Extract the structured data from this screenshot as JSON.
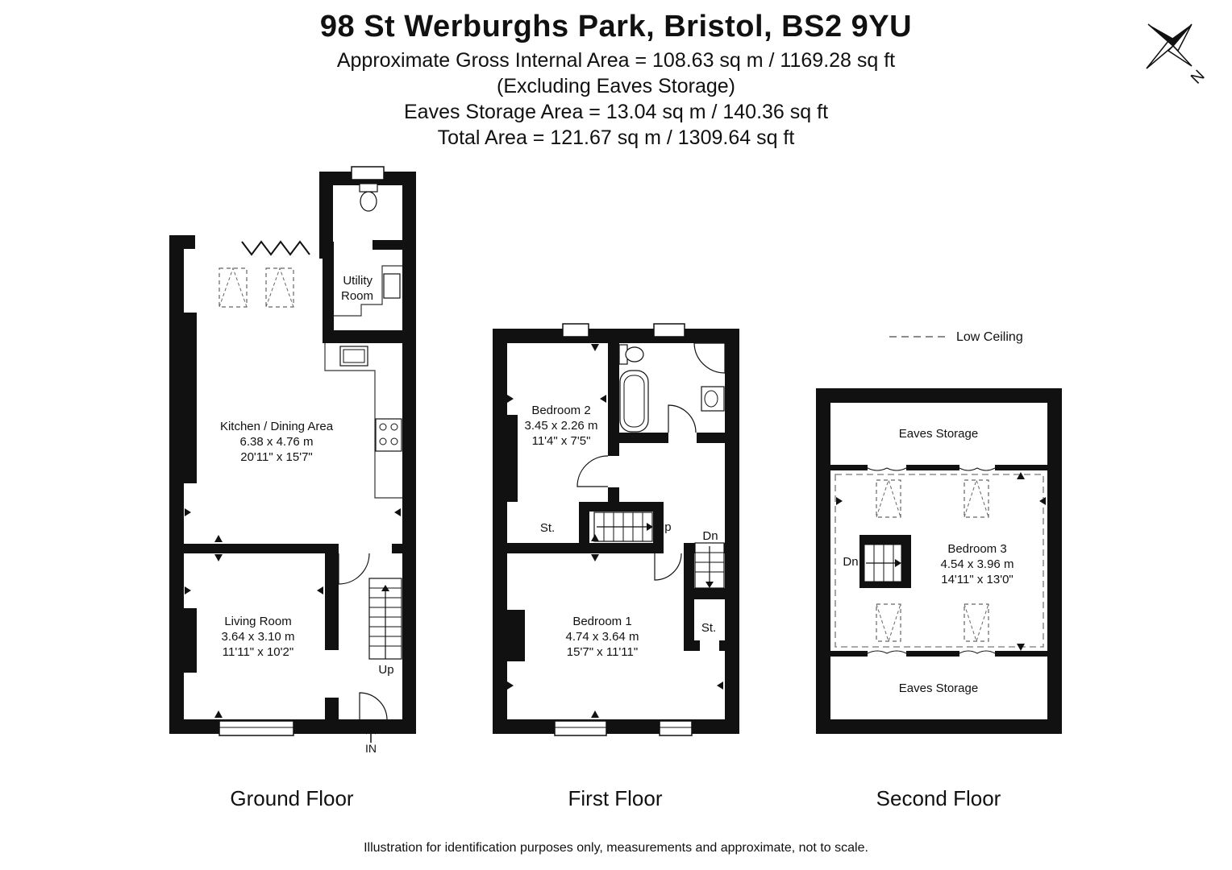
{
  "header": {
    "title": "98 St Werburghs Park, Bristol, BS2 9YU",
    "gross_area": "Approximate Gross Internal Area = 108.63 sq m / 1169.28 sq ft",
    "excluding": "(Excluding Eaves Storage)",
    "eaves_area": "Eaves Storage Area = 13.04 sq m / 140.36 sq ft",
    "total_area": "Total Area = 121.67 sq m / 1309.64 sq ft"
  },
  "compass": {
    "north_label": "N"
  },
  "legend": {
    "low_ceiling": "Low Ceiling"
  },
  "ground_floor": {
    "label": "Ground Floor",
    "utility": {
      "line1": "Utility",
      "line2": "Room"
    },
    "kitchen": {
      "name": "Kitchen / Dining Area",
      "metric": "6.38 x 4.76 m",
      "imperial": "20'11\" x 15'7\""
    },
    "living": {
      "name": "Living Room",
      "metric": "3.64 x 3.10 m",
      "imperial": "11'11\" x 10'2\""
    },
    "stairs_up": "Up",
    "entrance": "IN"
  },
  "first_floor": {
    "label": "First Floor",
    "bedroom2": {
      "name": "Bedroom 2",
      "metric": "3.45 x 2.26 m",
      "imperial": "11'4\" x 7'5\""
    },
    "bedroom1": {
      "name": "Bedroom 1",
      "metric": "4.74 x 3.64 m",
      "imperial": "15'7\" x 11'11\""
    },
    "store1": "St.",
    "store2": "St.",
    "stairs_up": "Up",
    "stairs_down": "Dn"
  },
  "second_floor": {
    "label": "Second Floor",
    "eaves_top": "Eaves Storage",
    "eaves_bottom": "Eaves Storage",
    "bedroom3": {
      "name": "Bedroom 3",
      "metric": "4.54 x 3.96 m",
      "imperial": "14'11\" x 13'0\""
    },
    "stairs_down": "Dn"
  },
  "disclaimer": "Illustration for identification purposes only, measurements and approximate, not to scale."
}
